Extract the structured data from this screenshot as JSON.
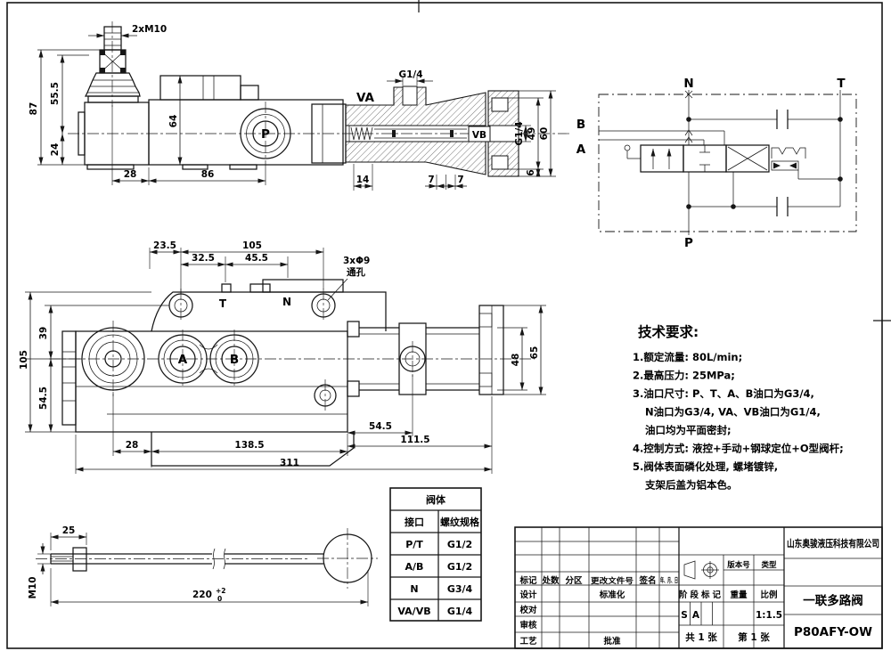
{
  "side_view": {
    "thread_label": "2xM10",
    "port_label": "P",
    "dims": {
      "h87": "87",
      "h55_5": "55.5",
      "h24": "24",
      "h64": "64",
      "w28": "28",
      "w86": "86"
    }
  },
  "section_view": {
    "va": "VA",
    "vb": "VB",
    "g14_top": "G1/4",
    "g14_side": "G1/4",
    "dims": {
      "d49": "49",
      "d60": "60",
      "d6": "6",
      "d14": "14",
      "d7a": "7",
      "d7b": "7"
    }
  },
  "schematic": {
    "n": "N",
    "t": "T",
    "b": "B",
    "a": "A",
    "p": "P"
  },
  "front_view": {
    "t": "T",
    "n": "N",
    "a": "A",
    "b": "B",
    "note1": "3xΦ9",
    "note2": "通孔",
    "dims": {
      "d23_5": "23.5",
      "d105_top": "105",
      "d32_5": "32.5",
      "d45_5": "45.5",
      "d39": "39",
      "d105_left": "105",
      "d54_5_left": "54.5",
      "d28": "28",
      "d138_5": "138.5",
      "d311": "311",
      "d54_5_right": "54.5",
      "d111_5": "111.5",
      "d48": "48",
      "d65": "65"
    }
  },
  "lever_view": {
    "dims": {
      "d25": "25",
      "thread": "M10",
      "len": "220",
      "tol_up": "+2",
      "tol_dn": "0"
    }
  },
  "tech_req": {
    "title": "技术要求:",
    "items": [
      "1.额定流量: 80L/min;",
      "2.最高压力: 25MPa;",
      "3.油口尺寸: P、T、A、B油口为G3/4,",
      "N油口为G3/4, VA、VB油口为G1/4,",
      "油口均为平面密封;",
      "4.控制方式: 液控+手动+钢球定位+O型阀杆;",
      "5.阀体表面磷化处理, 螺堵镀锌,",
      "支架后盖为铝本色。"
    ]
  },
  "port_table": {
    "title": "阀体",
    "col_port": "接口",
    "col_spec": "螺纹规格",
    "rows": [
      [
        "P/T",
        "G1/2"
      ],
      [
        "A/B",
        "G1/2"
      ],
      [
        "N",
        "G3/4"
      ],
      [
        "VA/VB",
        "G1/4"
      ]
    ]
  },
  "title_block": {
    "company": "山东奥骏液压科技有限公司",
    "product_name": "一联多路阀",
    "drawing_no": "P80AFY-OW",
    "rev_cols": {
      "mark": "标记",
      "count": "处数",
      "zone": "分区",
      "doc_no": "更改文件号",
      "sign": "签名",
      "date": "年、月、日"
    },
    "roles": {
      "design": "设计",
      "check": "校对",
      "review": "审核",
      "process": "工艺",
      "standard": "标准化",
      "approve": "批准"
    },
    "fields": {
      "version": "版本号",
      "type": "类型",
      "stage": "阶段标记",
      "weight": "重量",
      "scale": "比例",
      "scale_val": "1:1.5",
      "s": "S",
      "a": "A",
      "total": "共 1 张",
      "page": "第 1 张"
    }
  }
}
